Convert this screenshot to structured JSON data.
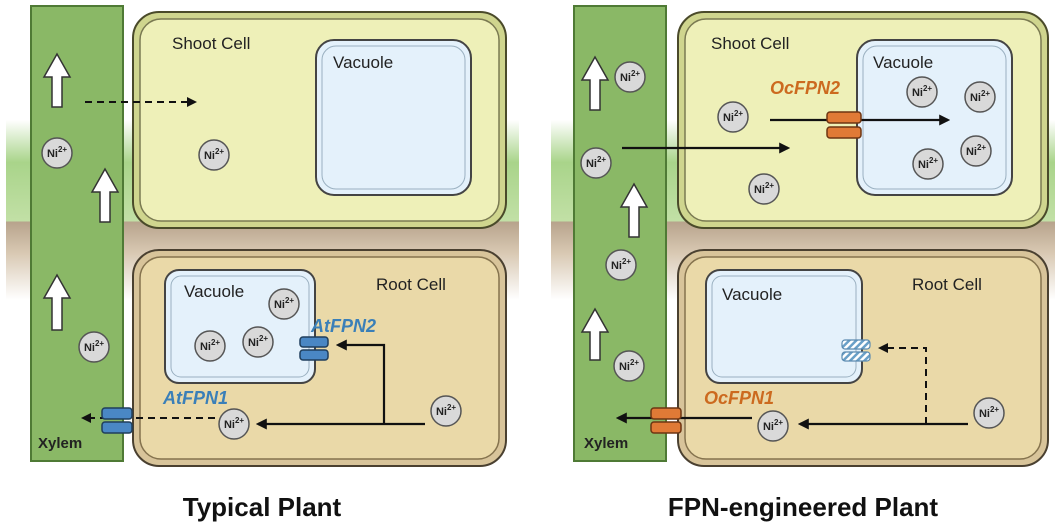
{
  "left_panel": {
    "caption": "Typical Plant",
    "shoot_cell": "Shoot Cell",
    "root_cell": "Root Cell",
    "shoot_vacuole": "Vacuole",
    "root_vacuole": "Vacuole",
    "xylem": "Xylem",
    "transporter_root_vacuole": "AtFPN2",
    "transporter_plasma": "AtFPN1"
  },
  "right_panel": {
    "caption": "FPN-engineered Plant",
    "shoot_cell": "Shoot Cell",
    "root_cell": "Root Cell",
    "shoot_vacuole": "Vacuole",
    "root_vacuole": "Vacuole",
    "xylem": "Xylem",
    "transporter_shoot_vacuole": "OcFPN2",
    "transporter_plasma": "OcFPN1"
  },
  "ion_label": "Ni2+",
  "colors": {
    "xylem": "#8ab866",
    "shoot_cell": "#eef0b8",
    "root_cell": "#ead9a8",
    "vacuole": "#e4f1fb",
    "at_transporter": "#4a87c4",
    "oc_transporter": "#e07a36",
    "at_text": "#3a7fb8",
    "oc_text": "#cc6a1f"
  }
}
